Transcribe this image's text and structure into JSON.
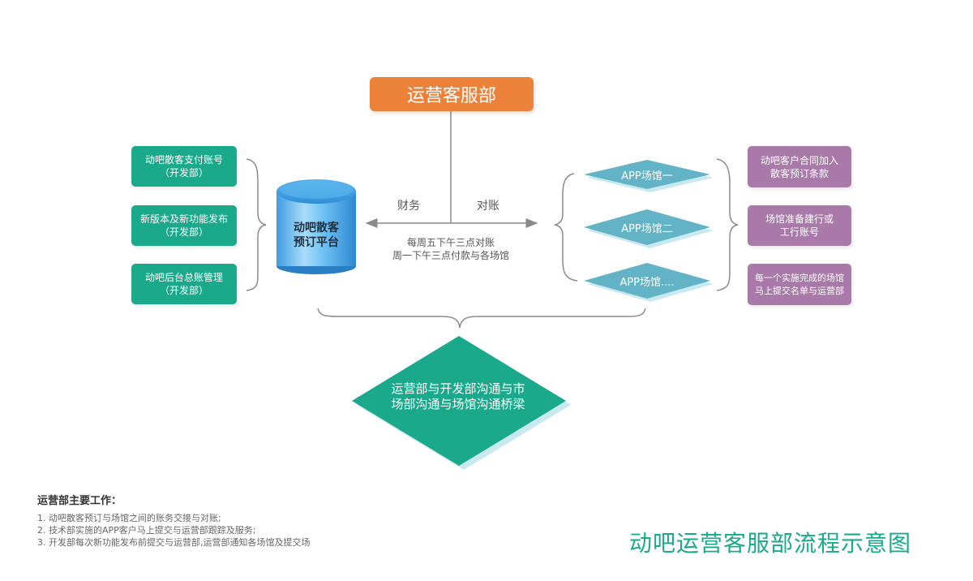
{
  "top_node": "运营客服部",
  "left_boxes": [
    {
      "line1": "动吧散客支付账号",
      "line2": "（开发部）"
    },
    {
      "line1": "新版本及新功能发布",
      "line2": "（开发部）"
    },
    {
      "line1": "动吧后台总账管理",
      "line2": "（开发部）"
    }
  ],
  "platform": {
    "line1": "动吧散客",
    "line2": "预订平台"
  },
  "arrow_labels": {
    "left": "财务",
    "right": "对账"
  },
  "schedule_note": {
    "line1": "每周五下午三点对账",
    "line2": "周一下午三点付款与各场馆"
  },
  "venues": [
    "APP场馆一",
    "APP场馆二",
    "APP场馆...."
  ],
  "right_boxes": [
    {
      "line1": "动吧客户合同加入",
      "line2": "散客预订条款"
    },
    {
      "line1": "场馆准备建行或",
      "line2": "工行账号"
    },
    {
      "line1": "每一个实施完成的场馆",
      "line2": "马上提交名单与运营部"
    }
  ],
  "bridge": {
    "line1": "运营部与开发部沟通与市",
    "line2": "场部沟通与场馆沟通桥梁"
  },
  "work": {
    "title": "运营部主要工作：",
    "items": [
      "1. 动吧散客预订与场馆之间的账务交接与对账;",
      "2. 技术部实施的APP客户马上提交与运营部跟踪及服务;",
      "3. 开发部每次新功能发布前提交与运营部,运营部通知各场馆及提交场"
    ]
  },
  "footer_title": "动吧运营客服部流程示意图",
  "colors": {
    "orange": "#ec823a",
    "green": "#1aa98a",
    "purple": "#a97aa9",
    "venue_blue": "#62b3c6",
    "cylinder": "#4aa8e3"
  }
}
